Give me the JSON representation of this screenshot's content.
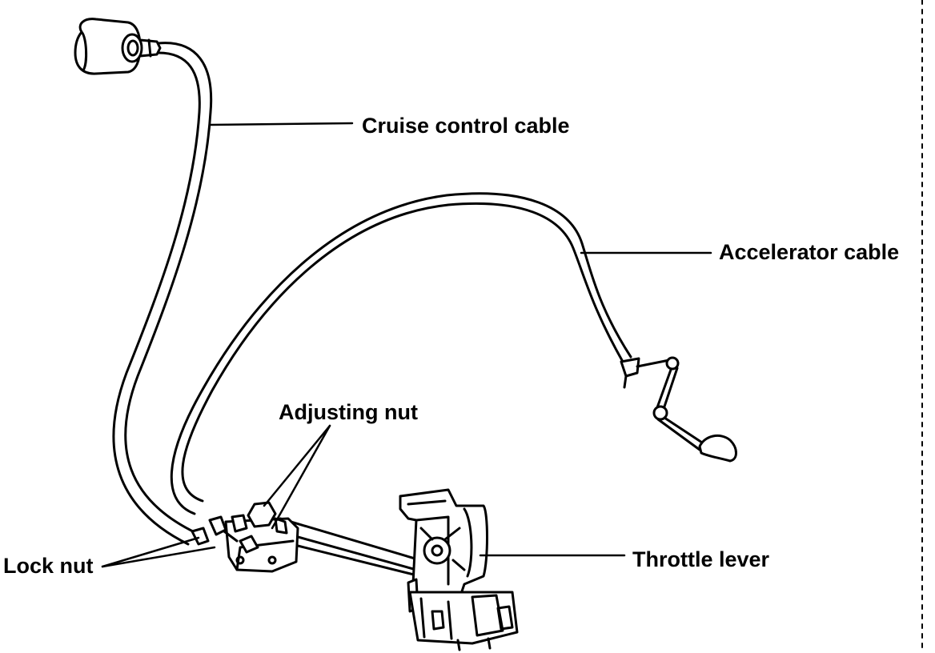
{
  "diagram": {
    "labels": {
      "cruise_control_cable": "Cruise control cable",
      "accelerator_cable": "Accelerator cable",
      "adjusting_nut": "Adjusting nut",
      "lock_nut": "Lock nut",
      "throttle_lever": "Throttle lever"
    }
  }
}
